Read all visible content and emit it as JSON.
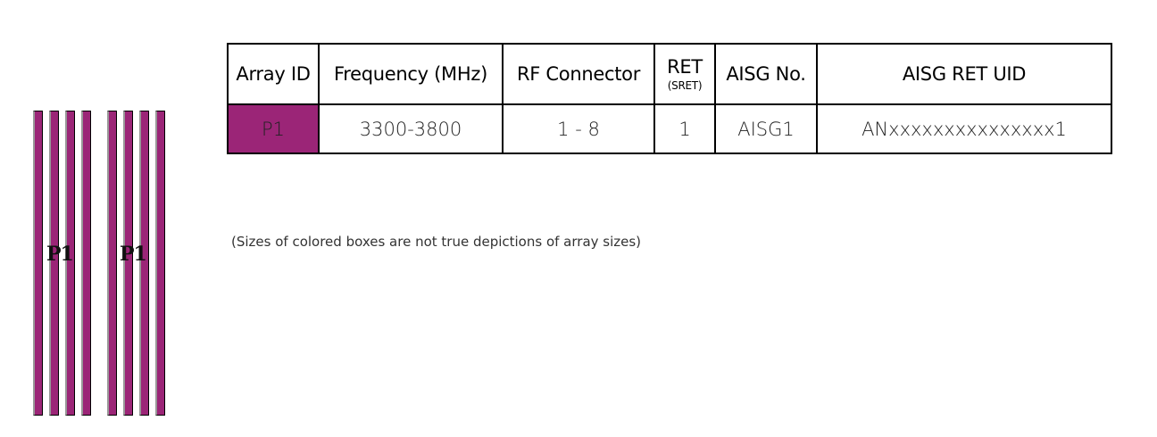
{
  "colors": {
    "accent": "#9b2577"
  },
  "diagram": {
    "left_group_label": "P1",
    "right_group_label": "P1"
  },
  "table": {
    "headers": {
      "array_id": "Array ID",
      "frequency": "Frequency (MHz)",
      "rf_connector": "RF Connector",
      "ret": "RET",
      "ret_sub": "(SRET)",
      "aisg_no": "AISG No.",
      "aisg_ret_uid": "AISG RET UID"
    },
    "rows": [
      {
        "array_id": "P1",
        "frequency": "3300-3800",
        "rf_connector": "1 - 8",
        "ret": "1",
        "aisg_no": "AISG1",
        "aisg_ret_uid": "ANxxxxxxxxxxxxxxx1"
      }
    ]
  },
  "note": "(Sizes of colored boxes are not true depictions of array sizes)"
}
